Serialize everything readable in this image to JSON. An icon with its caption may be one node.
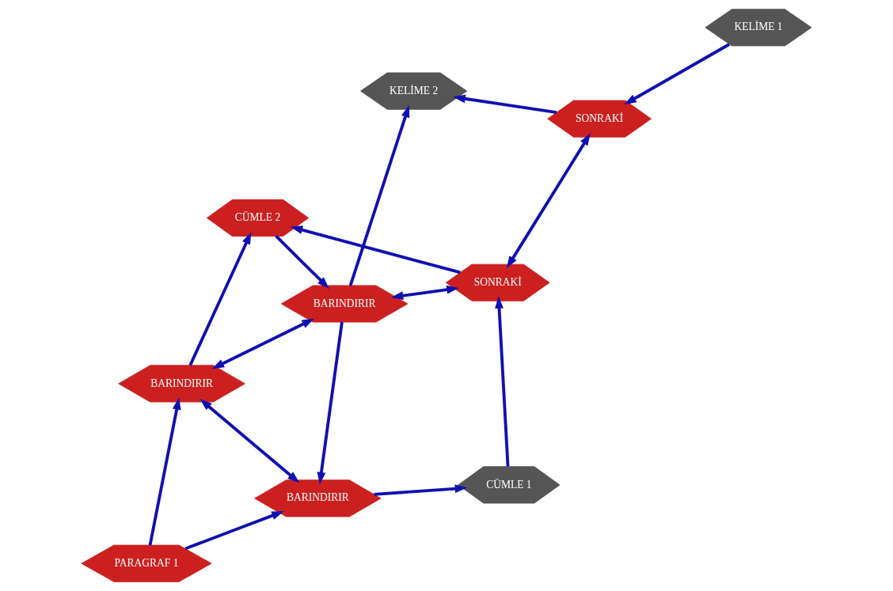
{
  "diagram": {
    "nodes": [
      {
        "text": [
          "KELİME 2"
        ]
      },
      {
        "text": [
          "KELİME 1"
        ]
      },
      {
        "text": [
          "SONRAKİ"
        ]
      },
      {
        "text": [
          "BARINDIRIR"
        ]
      },
      {
        "text": [
          "SONRAKİ"
        ]
      },
      {
        "text": [
          "CÜMLE 2"
        ]
      },
      {
        "text": [
          "BARINDIRIR"
        ]
      },
      {
        "text": [
          "BARINDIRIR"
        ]
      },
      {
        "text": [
          "PARAGRAF 1"
        ]
      },
      {
        "text": [
          "CÜMLE 1"
        ]
      }
    ],
    "edges": [
      {
        "from": 1,
        "to": 2,
        "arrow": "to"
      },
      {
        "from": 2,
        "to": 0,
        "arrow": "to"
      },
      {
        "from": 4,
        "to": 2,
        "arrow": "both"
      },
      {
        "from": 3,
        "to": 0,
        "arrow": "to"
      },
      {
        "from": 3,
        "to": 4,
        "arrow": "both"
      },
      {
        "from": 4,
        "to": 5,
        "arrow": "to"
      },
      {
        "from": 3,
        "to": 7,
        "arrow": "to"
      },
      {
        "from": 5,
        "to": 3,
        "arrow": "to"
      },
      {
        "from": 3,
        "to": 6,
        "arrow": "both"
      },
      {
        "from": 6,
        "to": 5,
        "arrow": "to"
      },
      {
        "from": 6,
        "to": 7,
        "arrow": "both"
      },
      {
        "from": 8,
        "to": 6,
        "arrow": "to"
      },
      {
        "from": 8,
        "to": 7,
        "arrow": "to"
      },
      {
        "from": 7,
        "to": 9,
        "arrow": "to"
      },
      {
        "from": 9,
        "to": 4,
        "arrow": "to"
      }
    ]
  }
}
